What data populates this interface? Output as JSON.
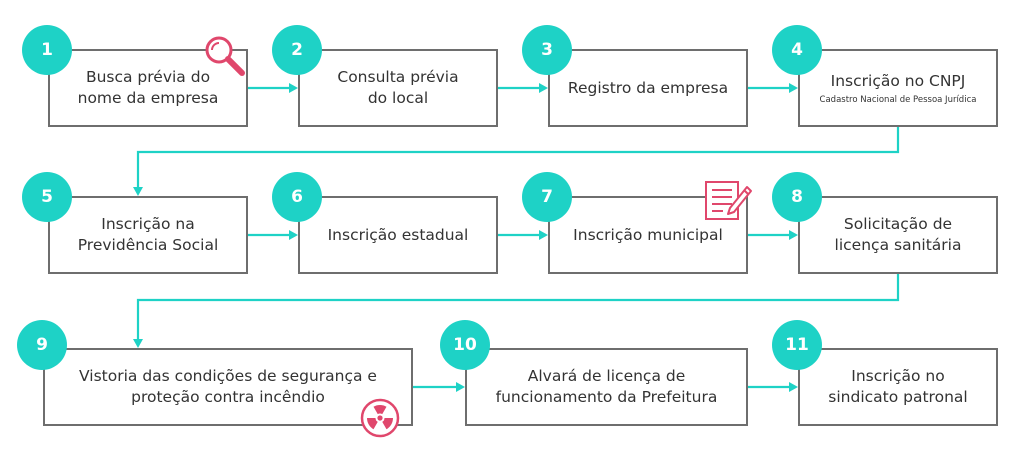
{
  "colors": {
    "accent": "#1ed2c6",
    "box_border": "#6e6e6e",
    "icon": "#e0476c",
    "text": "#333333"
  },
  "steps": [
    {
      "number": "1",
      "lines": [
        "Busca prévia do",
        "nome da empresa"
      ],
      "icon": "magnifier-icon"
    },
    {
      "number": "2",
      "lines": [
        "Consulta prévia",
        "do local"
      ]
    },
    {
      "number": "3",
      "lines": [
        "Registro da empresa"
      ]
    },
    {
      "number": "4",
      "lines": [
        "Inscrição no CNPJ"
      ],
      "subtitle": "Cadastro Nacional de Pessoa Jurídica"
    },
    {
      "number": "5",
      "lines": [
        "Inscrição na",
        "Previdência Social"
      ]
    },
    {
      "number": "6",
      "lines": [
        "Inscrição estadual"
      ]
    },
    {
      "number": "7",
      "lines": [
        "Inscrição municipal"
      ],
      "icon": "document-pen-icon"
    },
    {
      "number": "8",
      "lines": [
        "Solicitação de",
        "licença sanitária"
      ]
    },
    {
      "number": "9",
      "lines": [
        "Vistoria das condições de segurança e",
        "proteção contra incêndio"
      ],
      "icon": "radiation-icon"
    },
    {
      "number": "10",
      "lines": [
        "Alvará de licença de",
        "funcionamento da Prefeitura"
      ]
    },
    {
      "number": "11",
      "lines": [
        "Inscrição no",
        "sindicato patronal"
      ]
    }
  ]
}
